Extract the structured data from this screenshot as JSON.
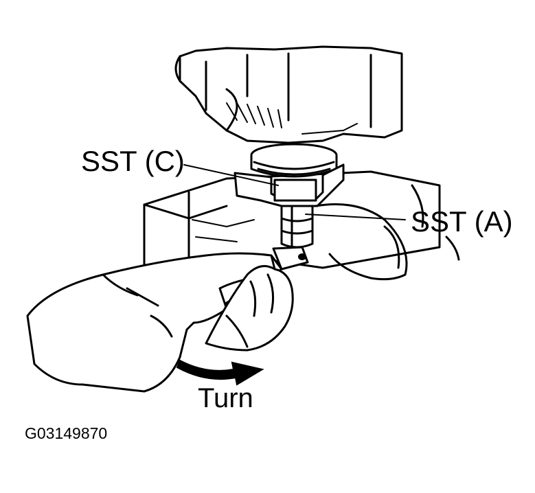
{
  "labels": {
    "sst_c": "SST (C)",
    "sst_a": "SST (A)",
    "turn": "Turn",
    "figure_id": "G03149870"
  },
  "colors": {
    "ink": "#000000",
    "background": "#ffffff"
  },
  "icons": {
    "turn_direction": "curved-arrow-right-icon"
  }
}
